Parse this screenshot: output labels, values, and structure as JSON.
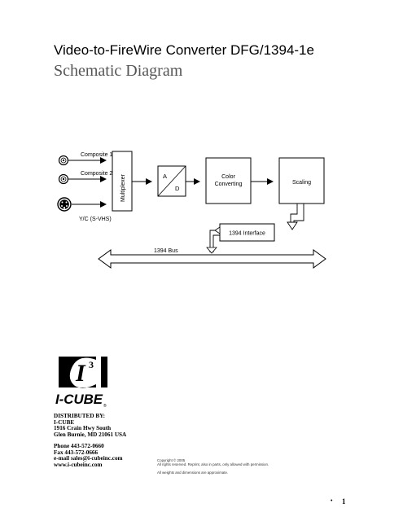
{
  "header": {
    "title": "Video-to-FireWire Converter DFG/1394-1e",
    "subtitle": "Schematic Diagram"
  },
  "diagram": {
    "inputs": [
      "Composite 1",
      "Composite 2",
      "Y/C (S-VHS)"
    ],
    "multiplexer_label": "Multiplexer",
    "adc_top": "A",
    "adc_bottom": "D",
    "color_line1": "Color",
    "color_line2": "Converting",
    "scaling_label": "Scaling",
    "interface_label": "1394 Interface",
    "bus_label": "1394 Bus"
  },
  "logo": {
    "mark": "I",
    "superscript": "3",
    "wordmark": "I-CUBE",
    "registered": "®"
  },
  "distributor": {
    "heading": "DISTRIBUTED BY:",
    "company": "I-CUBE",
    "street": "1916 Crain Hwy South",
    "city": "Glen Burnie, MD 21061 USA"
  },
  "contact": {
    "phone": "Phone 443-572-0660",
    "fax": "Fax 443-572-0666",
    "email": "e-mail sales@i-cubeinc.com",
    "web": "www.i-cubeinc.com"
  },
  "legal": {
    "copyright": "Copyright © 2005",
    "rights": "All rights reserved. Reprint, also in parts, only allowed with permission.",
    "note": "All weights and dimensions are approximate."
  },
  "footer": {
    "bullet": "•",
    "page_number": "1"
  },
  "colors": {
    "subtitle": "#555555",
    "lines": "#000000"
  }
}
